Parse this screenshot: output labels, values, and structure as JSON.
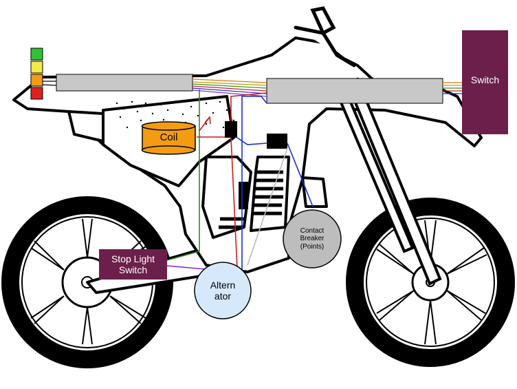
{
  "labels": {
    "switch": "Switch",
    "coil": "Coil",
    "stop_light_switch": "Stop Light\nSwitch",
    "alternator": "Altern\nator",
    "contact_breaker": "Contact\nBreaker\n(Points)"
  },
  "colors": {
    "switch_box": "#6b1f4a",
    "coil": "#f39c12",
    "alternator": "#d6e9fb",
    "contact_breaker": "#bdbdbd",
    "bar": "#c8c8c8",
    "indicator_green": "#33c233",
    "indicator_yellow": "#f2e94a",
    "indicator_orange": "#f39c12",
    "indicator_red": "#e02020",
    "wire_green": "#2f8a2f",
    "wire_red": "#d11a1a",
    "wire_blue": "#1a2fd1",
    "wire_purple": "#8a2be2"
  }
}
